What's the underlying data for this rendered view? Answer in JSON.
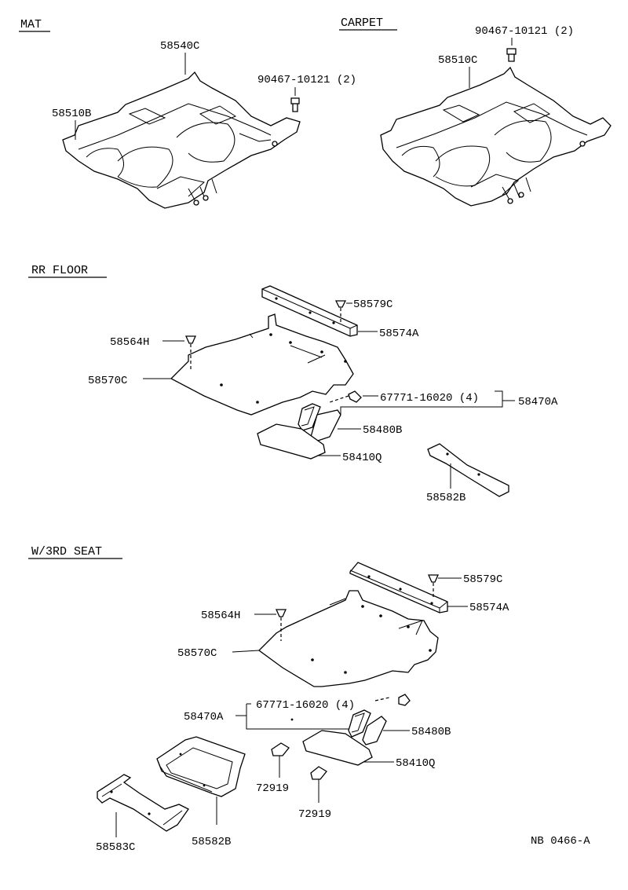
{
  "sections": {
    "mat": "MAT",
    "carpet": "CARPET",
    "rr_floor": "RR FLOOR",
    "third_seat": "W/3RD SEAT"
  },
  "mat": {
    "p1": "58540C",
    "p2": "58510B",
    "p3": "90467-10121 (2)"
  },
  "carpet": {
    "p1": "58510C",
    "p2": "90467-10121 (2)"
  },
  "rr_floor": {
    "p1": "58579C",
    "p2": "58574A",
    "p3": "58564H",
    "p4": "58570C",
    "p5": "67771-16020 (4)",
    "p6": "58470A",
    "p7": "58480B",
    "p8": "58410Q",
    "p9": "58582B"
  },
  "third_seat": {
    "p1": "58579C",
    "p2": "58574A",
    "p3": "58564H",
    "p4": "58570C",
    "p5": "58470A",
    "p6": "67771-16020 (4)",
    "p7": "58480B",
    "p8": "58410Q",
    "p9": "72919",
    "p10": "72919",
    "p11": "58583C",
    "p12": "58582B"
  },
  "diagram_code": "NB 0466-A"
}
